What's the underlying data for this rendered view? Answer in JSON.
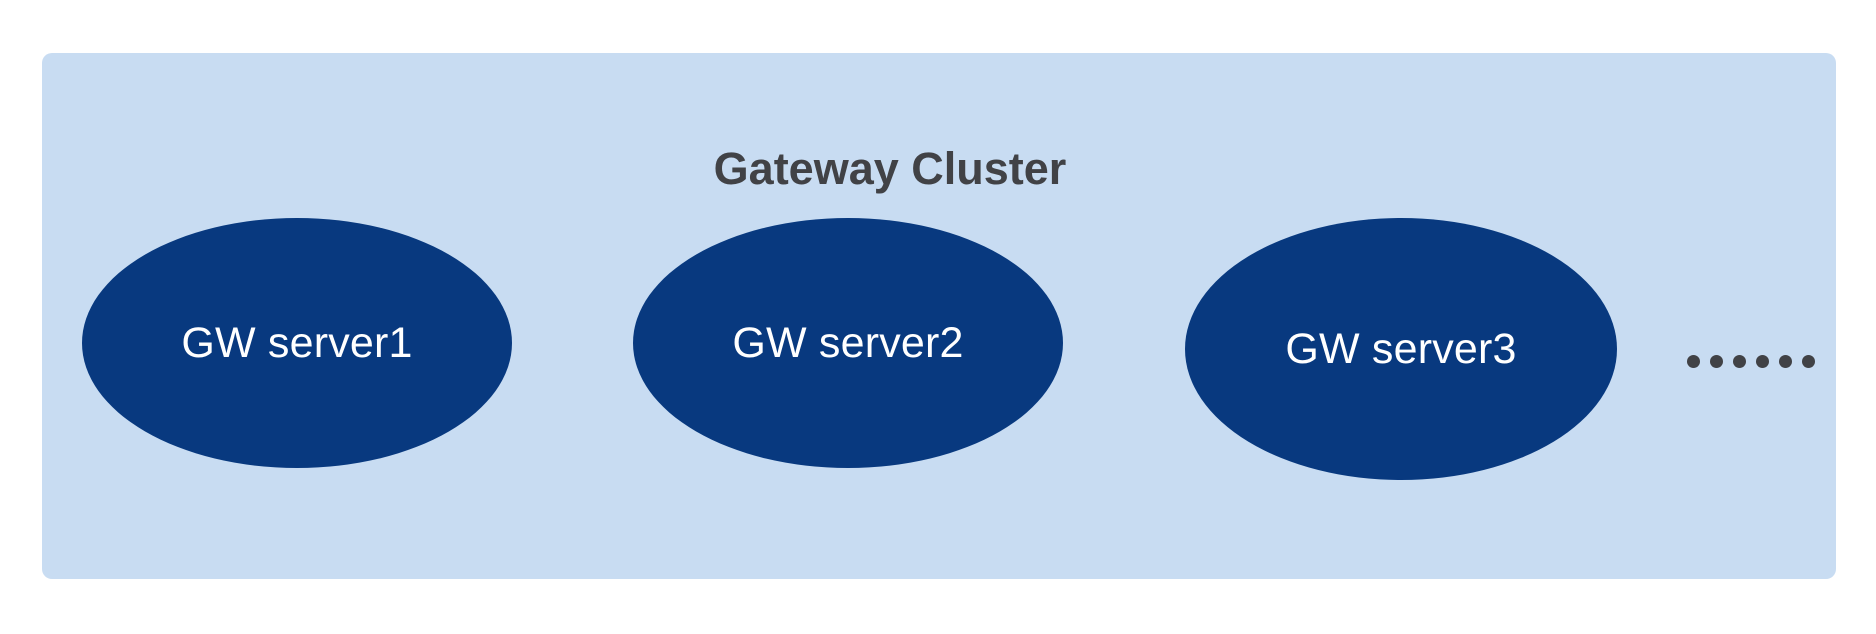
{
  "diagram": {
    "type": "cluster-diagram",
    "title": "Gateway Cluster",
    "panel": {
      "background_color": "#c8dcf2",
      "corner_radius": 10
    },
    "title_color": "#414246",
    "node_fill_color": "#08397f",
    "node_label_color": "#ffffff",
    "nodes": [
      {
        "label": "GW server1",
        "shape": "ellipse"
      },
      {
        "label": "GW server2",
        "shape": "ellipse"
      },
      {
        "label": "GW server3",
        "shape": "ellipse"
      }
    ],
    "continuation": {
      "name": "ellipsis-dots",
      "dot_count": 6,
      "dot_color": "#414246"
    }
  }
}
